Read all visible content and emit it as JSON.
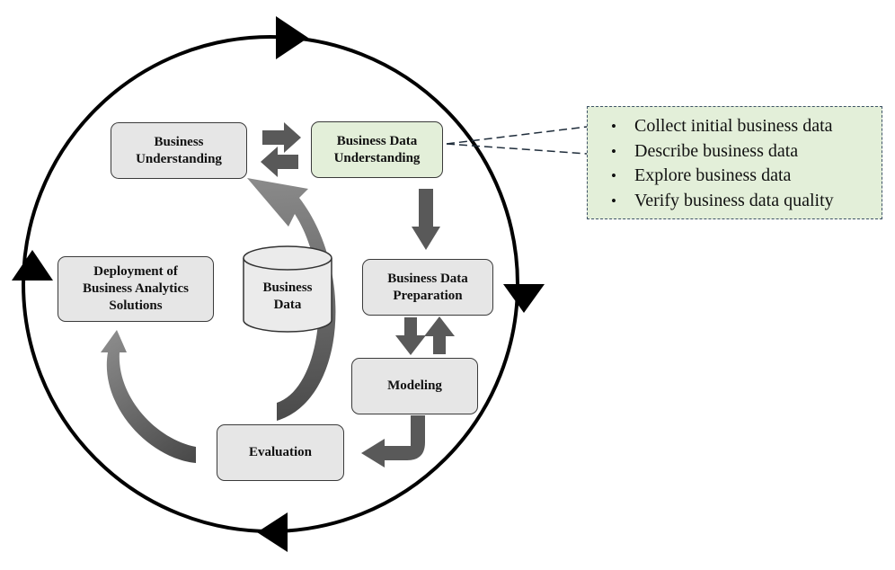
{
  "process": {
    "business_understanding": "Business\nUnderstanding",
    "business_data_understanding": "Business Data\nUnderstanding",
    "business_data_preparation": "Business Data\nPreparation",
    "modeling": "Modeling",
    "evaluation": "Evaluation",
    "deployment": "Deployment of\nBusiness Analytics\nSolutions"
  },
  "data_store": {
    "label": "Business\nData"
  },
  "callout": {
    "items": [
      "Collect initial business data",
      "Describe business data",
      "Explore business data",
      "Verify business data quality"
    ]
  },
  "colors": {
    "box_fill": "#e6e6e6",
    "highlight_fill": "#e3efd9",
    "arrow_fill": "#595959",
    "cycle_stroke": "#000000"
  }
}
